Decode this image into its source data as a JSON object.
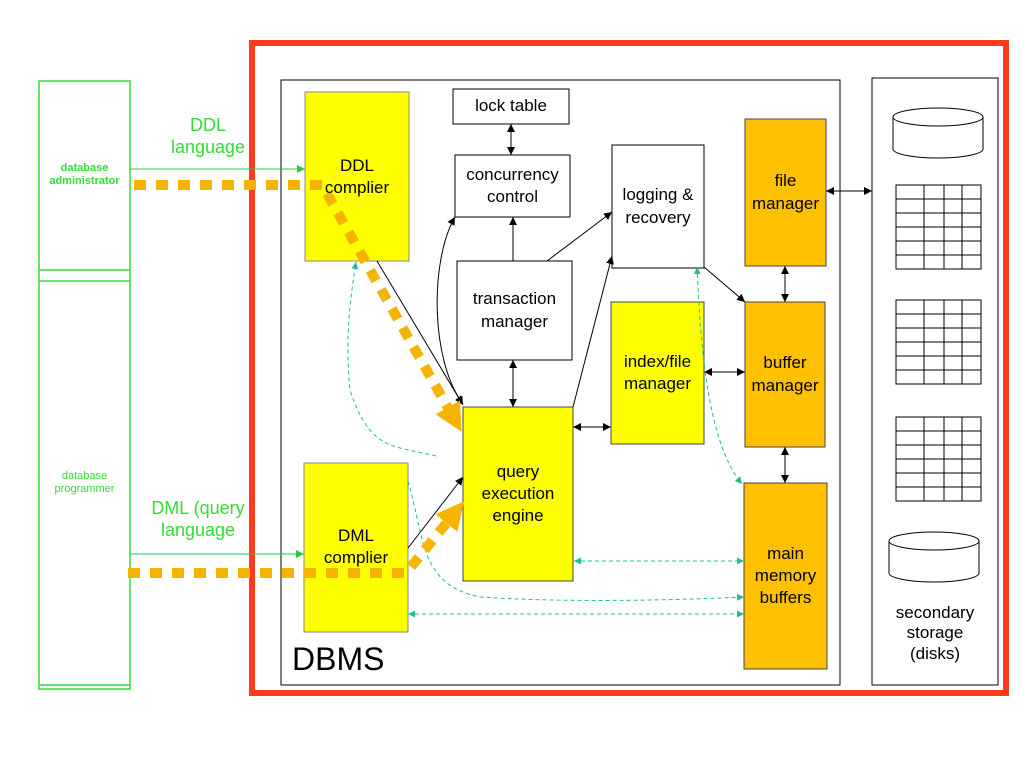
{
  "users": {
    "admin": [
      "database",
      "administrator"
    ],
    "programmer": [
      "database",
      "programmer"
    ]
  },
  "languages": {
    "ddl": [
      "DDL",
      "language"
    ],
    "dml": [
      "DML (query",
      "language"
    ]
  },
  "components": {
    "ddl_compiler": [
      "DDL",
      "complier"
    ],
    "dml_compiler": [
      "DML",
      "complier"
    ],
    "lock_table": [
      "lock table"
    ],
    "concurrency_control": [
      "concurrency",
      "control"
    ],
    "transaction_manager": [
      "transaction",
      "manager"
    ],
    "logging_recovery": [
      "logging &",
      "recovery"
    ],
    "file_manager": [
      "file",
      "manager"
    ],
    "buffer_manager": [
      "buffer",
      "manager"
    ],
    "index_file_manager": [
      "index/file",
      "manager"
    ],
    "query_execution_engine": [
      "query",
      "execution",
      "engine"
    ],
    "main_memory_buffers": [
      "main",
      "memory",
      "buffers"
    ]
  },
  "dbms_label": "DBMS",
  "secondary_storage": [
    "secondary",
    "storage",
    "(disks)"
  ],
  "colors": {
    "dbms_frame": "#ff3b1f",
    "yellow": "#ffff00",
    "orange": "#ffc000",
    "green_text": "#33dd33",
    "flow": "#f5b400",
    "dashed": "#20c090"
  }
}
